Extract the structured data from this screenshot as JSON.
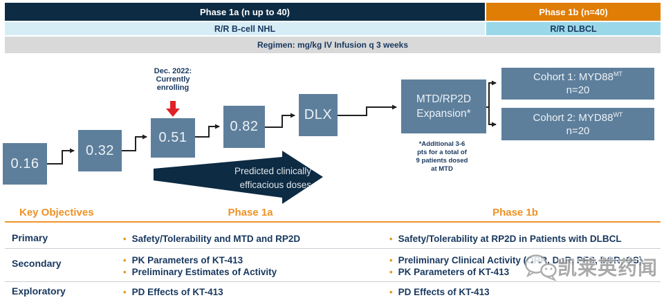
{
  "header": {
    "phase1a_title": "Phase 1a (n up to 40)",
    "phase1b_title": "Phase 1b (n=40)",
    "phase1a_population": "R/R B-cell NHL",
    "phase1b_population": "R/R DLBCL",
    "regimen": "Regimen: mg/kg IV Infusion q 3 weeks"
  },
  "diagram": {
    "doses": [
      "0.16",
      "0.32",
      "0.51",
      "0.82",
      "DLX"
    ],
    "enrollment_note": {
      "line1": "Dec. 2022:",
      "line2": "Currently",
      "line3": "enrolling"
    },
    "expansion_box": {
      "line1": "MTD/RP2D",
      "line2": "Expansion*"
    },
    "expansion_footnote": [
      "*Additional 3-6",
      "pts for a total of",
      "9 patients dosed",
      "at MTD"
    ],
    "cohort1": {
      "prefix": "Cohort 1: MYD88",
      "sup": "MT",
      "n": "n=20"
    },
    "cohort2": {
      "prefix": "Cohort 2: MYD88",
      "sup": "WT",
      "n": "n=20"
    },
    "predicted_arrow": {
      "line1": "Predicted clinically",
      "line2": "efficacious doses"
    }
  },
  "objectives": {
    "col_header": "Key Objectives",
    "phase1a_header": "Phase 1a",
    "phase1b_header": "Phase 1b",
    "rows": [
      {
        "label": "Primary",
        "phase1a": [
          "Safety/Tolerability and MTD and RP2D"
        ],
        "phase1b": [
          "Safety/Tolerability at RP2D in Patients with DLBCL"
        ]
      },
      {
        "label": "Secondary",
        "phase1a": [
          "PK Parameters of KT-413",
          "Preliminary Estimates of Activity"
        ],
        "phase1b": [
          "Preliminary Clinical Activity (ORR, DoR, PFS, DCR, OS)",
          "PK Parameters of KT-413"
        ]
      },
      {
        "label": "Exploratory",
        "phase1a": [
          "PD Effects of KT-413"
        ],
        "phase1b": [
          "PD Effects of KT-413"
        ]
      }
    ]
  },
  "watermark": {
    "text": "凯莱英药闻"
  },
  "colors": {
    "navy": "#0d2b43",
    "orange": "#e07d05",
    "light_blue": "#d7edf6",
    "cyan": "#9ad8e9",
    "gray_band": "#d9d9d9",
    "slate_box": "#5d7f9c",
    "table_accent_orange": "#ee9126",
    "text_navy": "#17375e",
    "enroll_arrow_red": "#e02127",
    "connector_black": "#1f1f1f"
  }
}
